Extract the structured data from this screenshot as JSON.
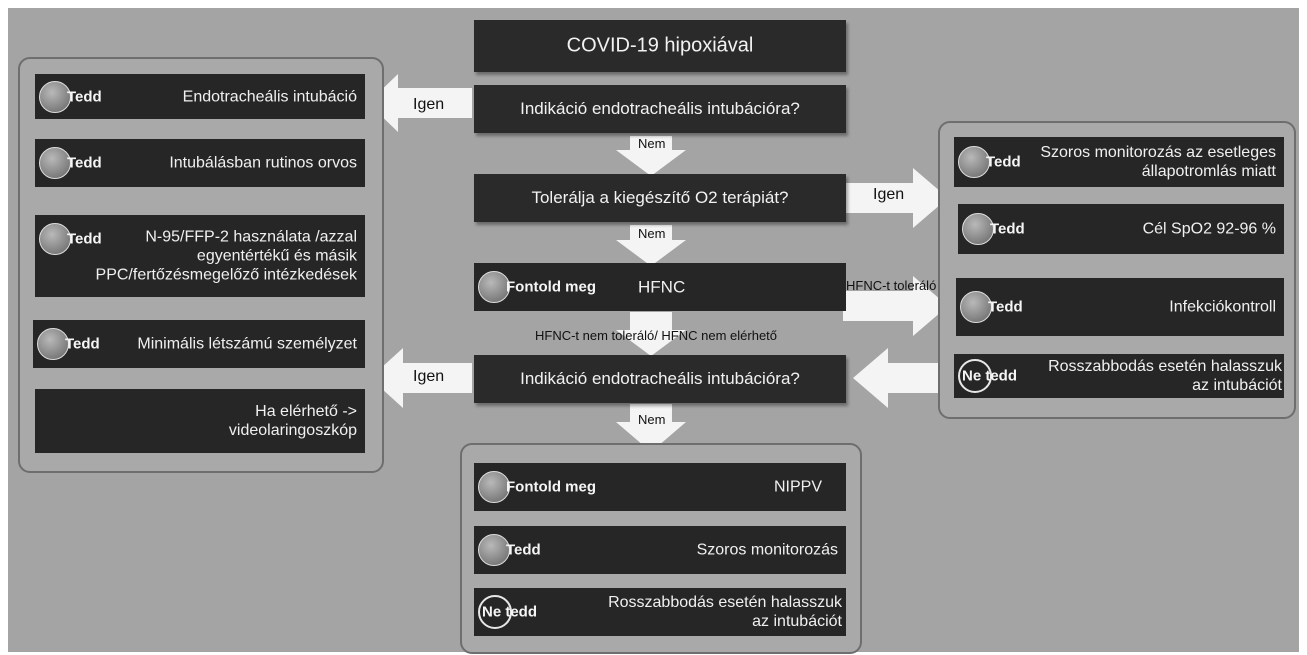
{
  "title": "COVID-19 hipoxiával",
  "flow": {
    "q1": "Indikáció endotracheális intubációra?",
    "q2": "Tolerálja a kiegészítő O2 terápiát?",
    "hfnc_tag": "Fontold meg",
    "hfnc": "HFNC",
    "q3": "Indikáció endotracheális intubációra?"
  },
  "labels": {
    "igen1": "Igen",
    "nem1": "Nem",
    "igen2": "Igen",
    "nem2": "Nem",
    "hfnc_ok": "HFNC-t toleráló",
    "hfnc_not": "HFNC-t nem toleráló/ HFNC nem elérhető",
    "igen3": "Igen",
    "nem3": "Nem"
  },
  "left_group": [
    {
      "tag": "Tedd",
      "text": "Endotracheális intubáció"
    },
    {
      "tag": "Tedd",
      "text": "Intubálásban rutinos orvos"
    },
    {
      "tag": "Tedd",
      "text": "N-95/FFP-2 használata /azzal\negyentértékű és másik\nPPC/fertőzésmegelőző intézkedések"
    },
    {
      "tag": "Tedd",
      "text": "Minimális létszámú személyzet"
    },
    {
      "tag": "",
      "text": "Ha elérhető ->\nvideolaringoszkóp"
    }
  ],
  "right_group": [
    {
      "tag": "Tedd",
      "text": "Szoros monitorozás az esetleges\nállapotromlás miatt"
    },
    {
      "tag": "Tedd",
      "text": "Cél SpO2 92-96 %"
    },
    {
      "tag": "Tedd",
      "text": "Infekciókontroll"
    },
    {
      "tag": "Ne tedd",
      "text": "Rosszabbodás esetén halasszuk\naz intubációt"
    }
  ],
  "bottom_group": [
    {
      "tag": "Fontold meg",
      "text": "NIPPV"
    },
    {
      "tag": "Tedd",
      "text": "Szoros monitorozás"
    },
    {
      "tag": "Ne tedd",
      "text": "Rosszabbodás esetén halasszuk\naz intubációt"
    }
  ],
  "colors": {
    "background": "#a4a4a4",
    "box": "#2a2a2a",
    "arrow": "#f2f2f2"
  }
}
